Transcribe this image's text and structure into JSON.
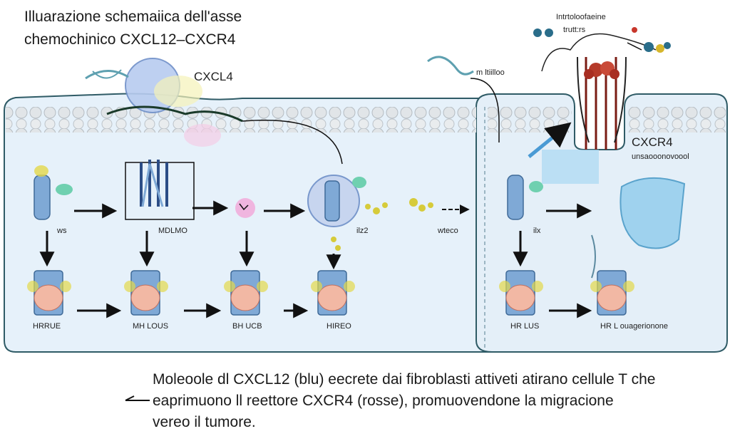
{
  "title": {
    "line1": "Illuarazione schemaiica dell'asse",
    "line2": "chemochinico CXCL12–CXCR4"
  },
  "labels": {
    "cxcl4": "CXCL4",
    "cxcr4": "CXCR4",
    "cxcr4_sub": "unsaooonovoool",
    "top_right": "Intrtoloofaeine",
    "top_right2": "trutt:rs",
    "top_mid": "m ltiilloo",
    "row1": [
      "ws",
      "MDLMO",
      "ilz2",
      "wteco",
      "ilx"
    ],
    "row2": [
      "HRRUE",
      "MH LOUS",
      "BH UCB",
      "HIREO",
      "HR LUS",
      "HR L ouagerionone"
    ]
  },
  "caption": {
    "line1": "Moleoole dl CXCL12 (blu) eecrete dai fibroblasti attiveti atirano cellule T che",
    "line2": "eaprimuono ll reettore CXCR4 (rosse), promuovendone la migracione",
    "line3": "vereo il tumore."
  },
  "colors": {
    "tissue_fill": "#e6f1fa",
    "tissue_border": "#2f5b66",
    "membrane_bead": "#d9dde0",
    "receptor_blue": "#7fa9d6",
    "cell_pink": "#f2b8a4",
    "ligand_yellow": "#e3d84a",
    "arrow": "#111111"
  }
}
